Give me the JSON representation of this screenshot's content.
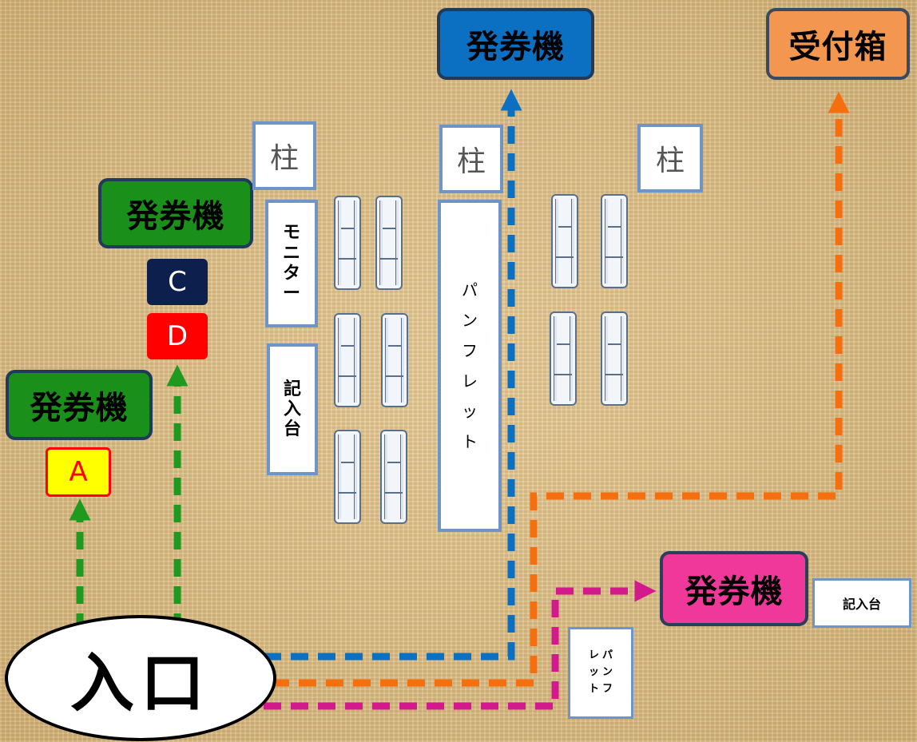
{
  "labels": {
    "ticket_machine": "発券機",
    "reception_box": "受付箱",
    "pillar": "柱",
    "monitor_chars": [
      "モ",
      "ニ",
      "タ",
      "ー"
    ],
    "writing_desk_chars": [
      "記",
      "入",
      "台"
    ],
    "writing_desk_h": "記入台",
    "pamphlet_chars": [
      "パ",
      "ン",
      "フ",
      "レ",
      "ッ",
      "ト"
    ],
    "pamphlet_small_rows": [
      [
        "レ",
        "パ"
      ],
      [
        "ッ",
        "ン"
      ],
      [
        "ト",
        "フ"
      ]
    ],
    "entrance": "入口",
    "window_a": "A",
    "window_c": "C",
    "window_d": "D"
  },
  "colors": {
    "green_route": "#1f9a1f",
    "blue_route": "#0b6fc2",
    "orange_route": "#f56f0f",
    "pink_route": "#d21a8c",
    "machine_green": "#1a8f1a",
    "machine_blue": "#0b6fc2",
    "machine_orange": "#f3964f",
    "machine_pink": "#f0389a"
  }
}
